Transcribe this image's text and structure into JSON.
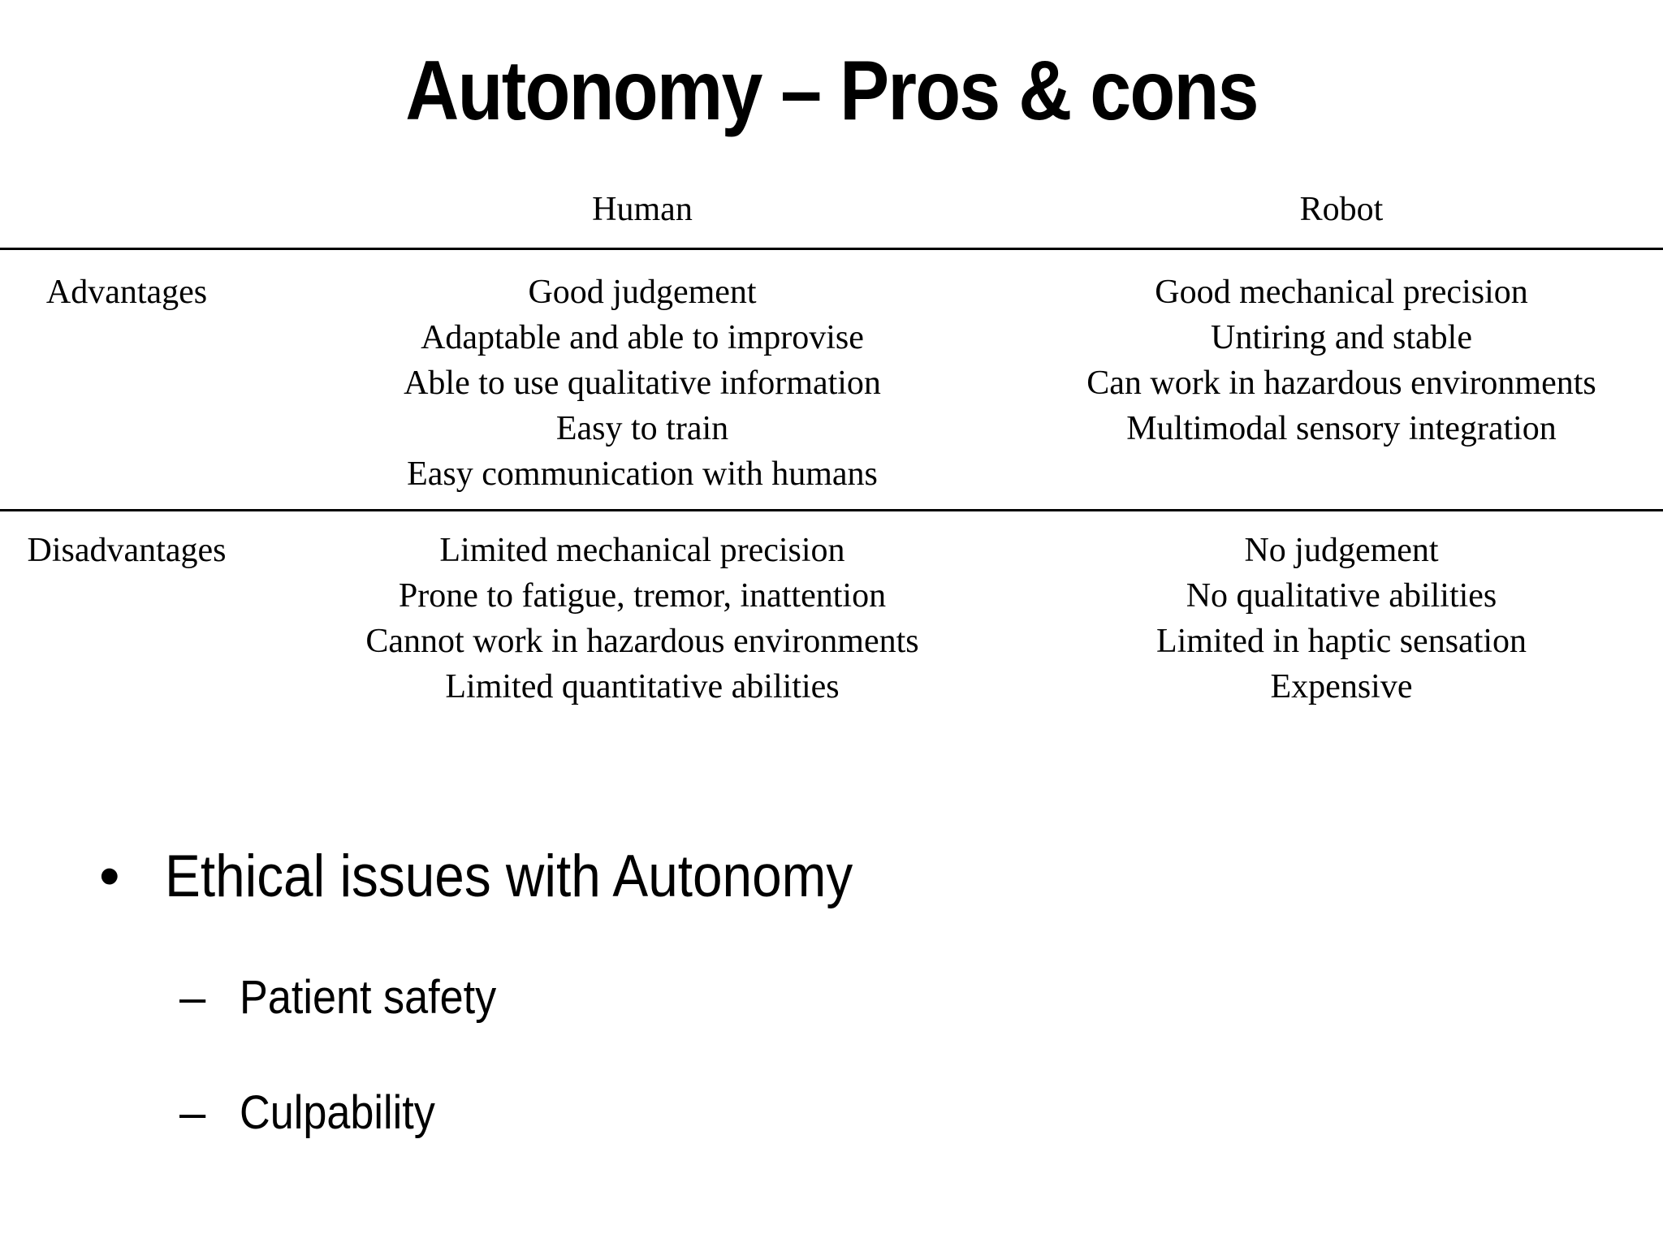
{
  "slide": {
    "title": "Autonomy – Pros & cons",
    "table": {
      "col_headers": [
        "Human",
        "Robot"
      ],
      "rows": [
        {
          "label": "Advantages",
          "human": [
            "Good judgement",
            "Adaptable and able to improvise",
            "Able to use qualitative information",
            "Easy to train",
            "Easy communication with humans"
          ],
          "robot": [
            "Good mechanical precision",
            "Untiring and stable",
            "Can work in hazardous environments",
            "Multimodal sensory integration"
          ]
        },
        {
          "label": "Disadvantages",
          "human": [
            "Limited mechanical precision",
            "Prone to fatigue, tremor, inattention",
            "Cannot work in hazardous environments",
            "Limited quantitative abilities"
          ],
          "robot": [
            "No judgement",
            "No qualitative abilities",
            "Limited in haptic sensation",
            "Expensive"
          ]
        }
      ]
    },
    "bullets": {
      "main_marker": "•",
      "main": "Ethical issues with Autonomy",
      "sub_marker": "–",
      "sub1": "Patient safety",
      "sub2": "Culpability"
    }
  },
  "colors": {
    "background": "#ffffff",
    "text": "#000000",
    "rule": "#000000"
  }
}
